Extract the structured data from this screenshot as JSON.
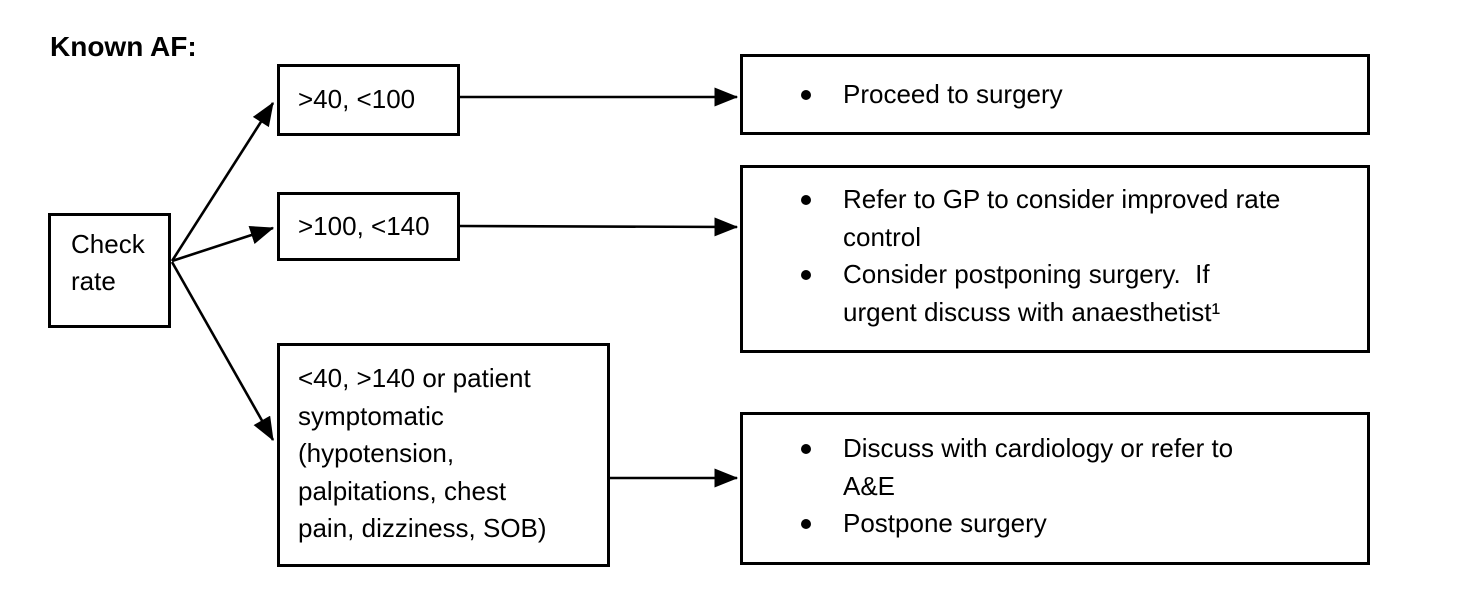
{
  "title": "Known AF:",
  "flowchart": {
    "start": {
      "label": "Check\nrate"
    },
    "conditions": [
      {
        "label": ">40, <100"
      },
      {
        "label": ">100, <140"
      },
      {
        "label": "<40, >140 or patient\nsymptomatic\n(hypotension,\npalpitations, chest\npain, dizziness, SOB)"
      }
    ],
    "results": [
      {
        "items": [
          "Proceed to surgery"
        ]
      },
      {
        "items": [
          "Refer to GP to consider improved rate\ncontrol",
          "Consider postponing surgery.  If\nurgent discuss with anaesthetist¹"
        ]
      },
      {
        "items": [
          "Discuss with cardiology or refer to\nA&E",
          "Postpone surgery"
        ]
      }
    ]
  },
  "icons": {
    "bullet": "filled-circle",
    "arrowhead": "solid-triangle"
  },
  "colors": {
    "background": "#ffffff",
    "line": "#000000",
    "text": "#000000"
  }
}
